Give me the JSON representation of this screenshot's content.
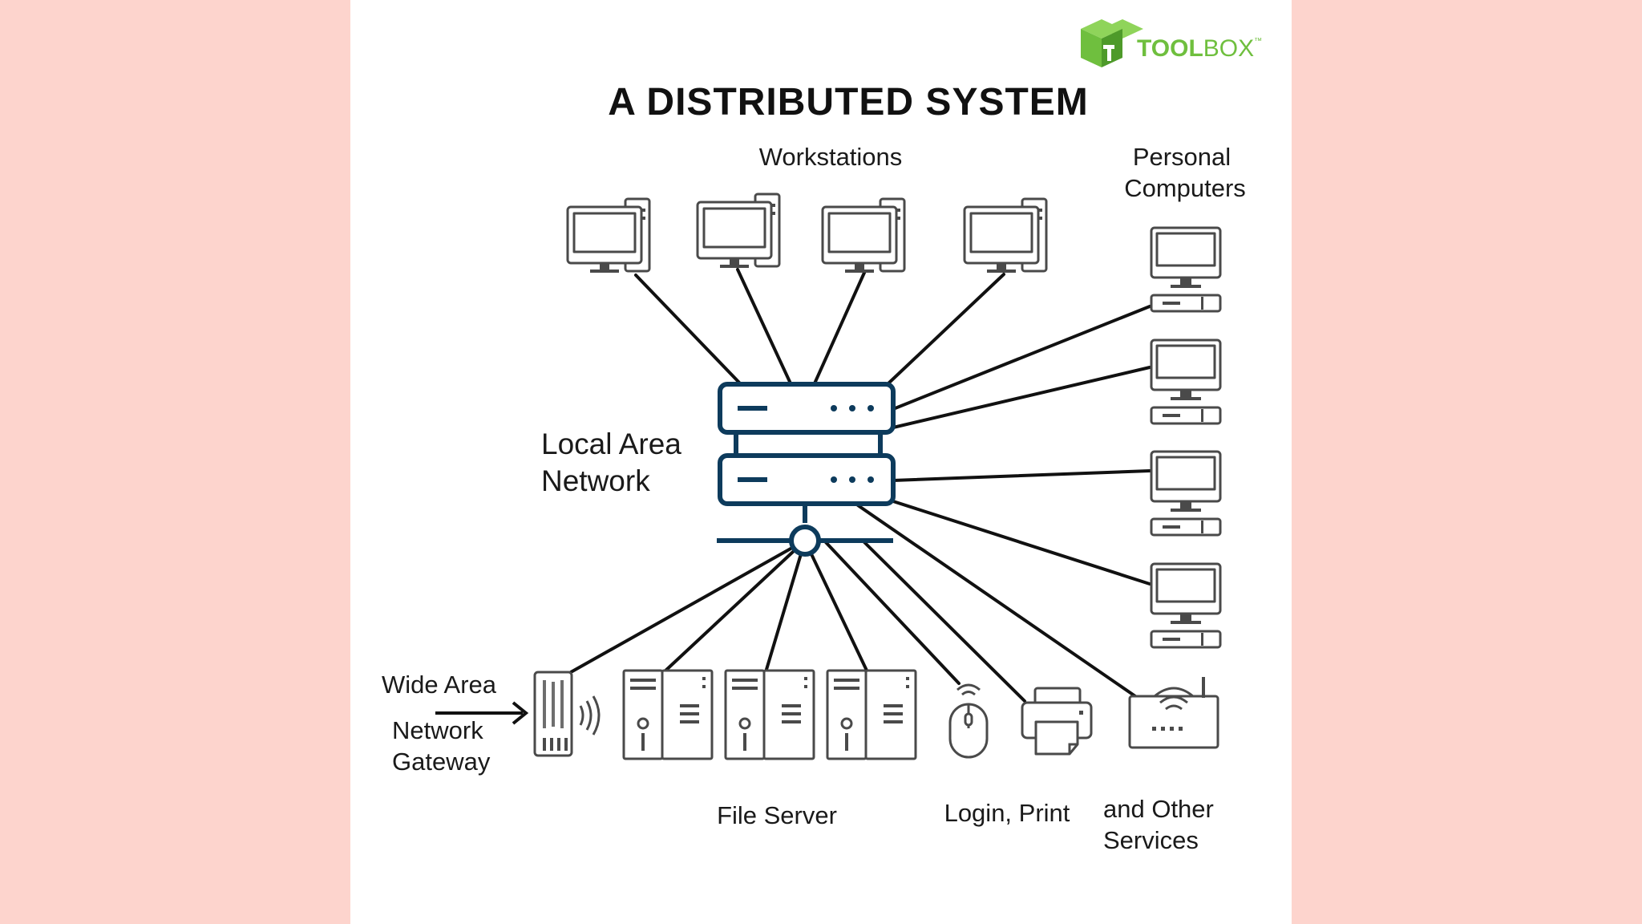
{
  "brand": {
    "name_bold": "TOOL",
    "name_light": "BOX",
    "trademark": "™",
    "color": "#6fbf3e",
    "icon": "cube-logo-icon"
  },
  "title": "A DISTRIBUTED SYSTEM",
  "labels": {
    "workstations": "Workstations",
    "personal_computers": [
      "Personal",
      "Computers"
    ],
    "lan": [
      "Local Area",
      "Network"
    ],
    "wan": [
      "Wide Area",
      "Network",
      "Gateway"
    ],
    "file_server": "File Server",
    "login_print": "Login,  Print",
    "other_services": [
      "and Other",
      "Services"
    ]
  },
  "colors": {
    "background": "#fdd4cd",
    "card": "#ffffff",
    "hub": "#0d3b5c",
    "device": "#4a4a4a",
    "wire": "#111111"
  }
}
